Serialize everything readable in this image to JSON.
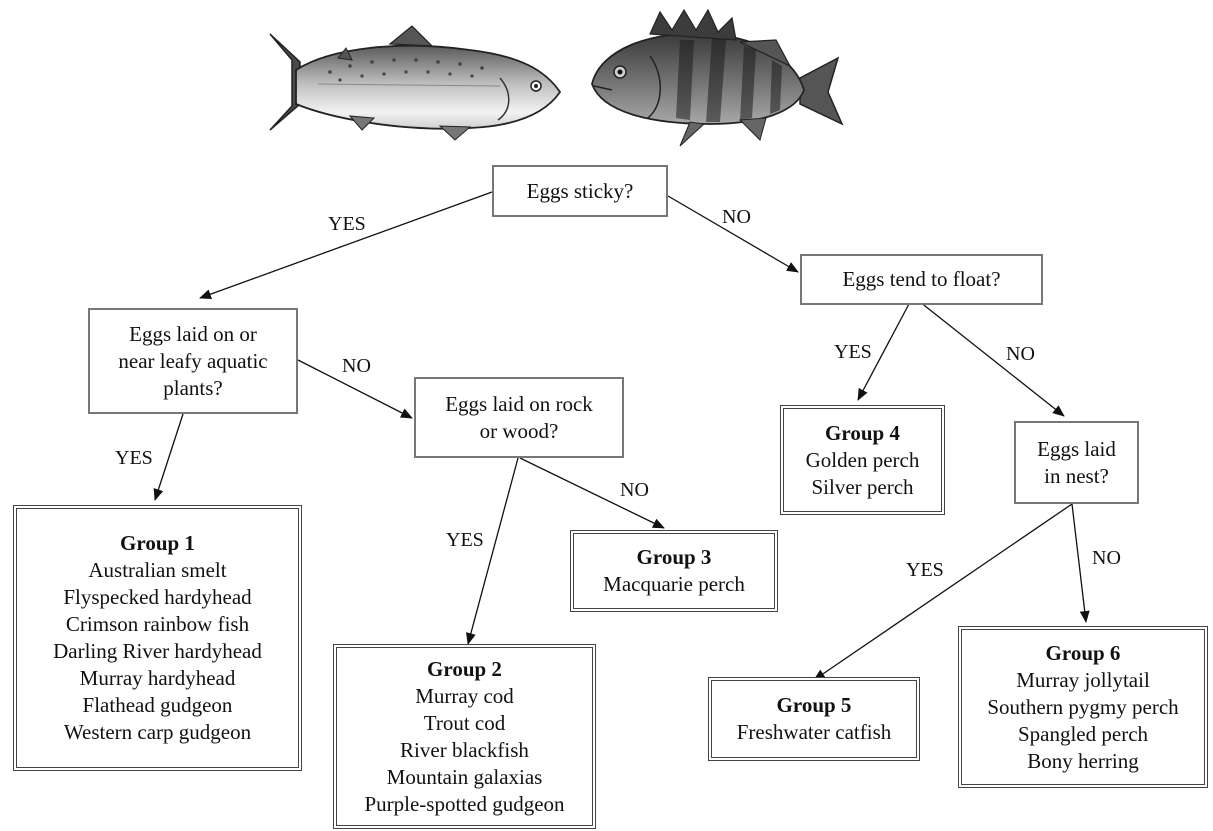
{
  "questions": {
    "eggs_sticky": "Eggs sticky?",
    "leafy_plants": [
      "Eggs laid on or",
      "near leafy aquatic",
      "plants?"
    ],
    "rock_wood": [
      "Eggs laid on rock",
      "or wood?"
    ],
    "float": "Eggs tend to float?",
    "nest": [
      "Eggs laid",
      "in nest?"
    ]
  },
  "labels": {
    "yes": "YES",
    "no": "NO"
  },
  "groups": {
    "g1": {
      "title": "Group 1",
      "members": [
        "Australian smelt",
        "Flyspecked hardyhead",
        "Crimson rainbow fish",
        "Darling River hardyhead",
        "Murray hardyhead",
        "Flathead gudgeon",
        "Western carp gudgeon"
      ]
    },
    "g2": {
      "title": "Group 2",
      "members": [
        "Murray cod",
        "Trout cod",
        "River blackfish",
        "Mountain galaxias",
        "Purple-spotted gudgeon"
      ]
    },
    "g3": {
      "title": "Group 3",
      "members": [
        "Macquarie perch"
      ]
    },
    "g4": {
      "title": "Group 4",
      "members": [
        "Golden perch",
        "Silver perch"
      ]
    },
    "g5": {
      "title": "Group 5",
      "members": [
        "Freshwater catfish"
      ]
    },
    "g6": {
      "title": "Group 6",
      "members": [
        "Murray jollytail",
        "Southern pygmy perch",
        "Spangled perch",
        "Bony herring"
      ]
    }
  },
  "illustrations": [
    "salmon-fish-illustration",
    "perch-fish-illustration"
  ]
}
